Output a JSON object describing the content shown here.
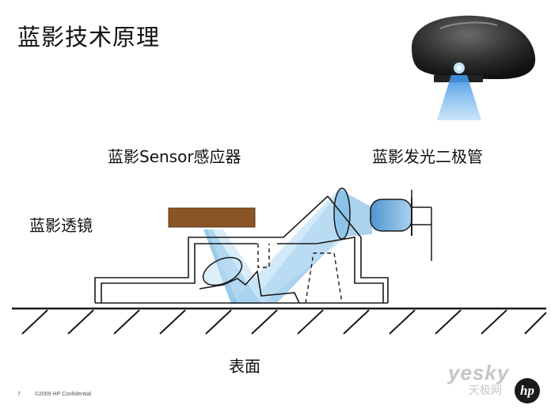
{
  "title": "蓝影技术原理",
  "labels": {
    "sensor": "蓝影Sensor感应器",
    "led": "蓝影发光二极管",
    "lens": "蓝影透镜",
    "surface": "表面"
  },
  "footer": {
    "page_number": "7",
    "confidential": "©2009 HP Confidential"
  },
  "watermark": {
    "main": "yesky",
    "sub": "天极网"
  },
  "logo_text": "hp",
  "colors": {
    "sensor_block": "#8b5424",
    "blue_light": "#5aa7dc",
    "blue_light_pale": "#bfe0f5",
    "outline": "#1a1a1a"
  },
  "icons": {
    "mouse": "mouse-icon",
    "hp_logo": "hp-logo-icon"
  }
}
